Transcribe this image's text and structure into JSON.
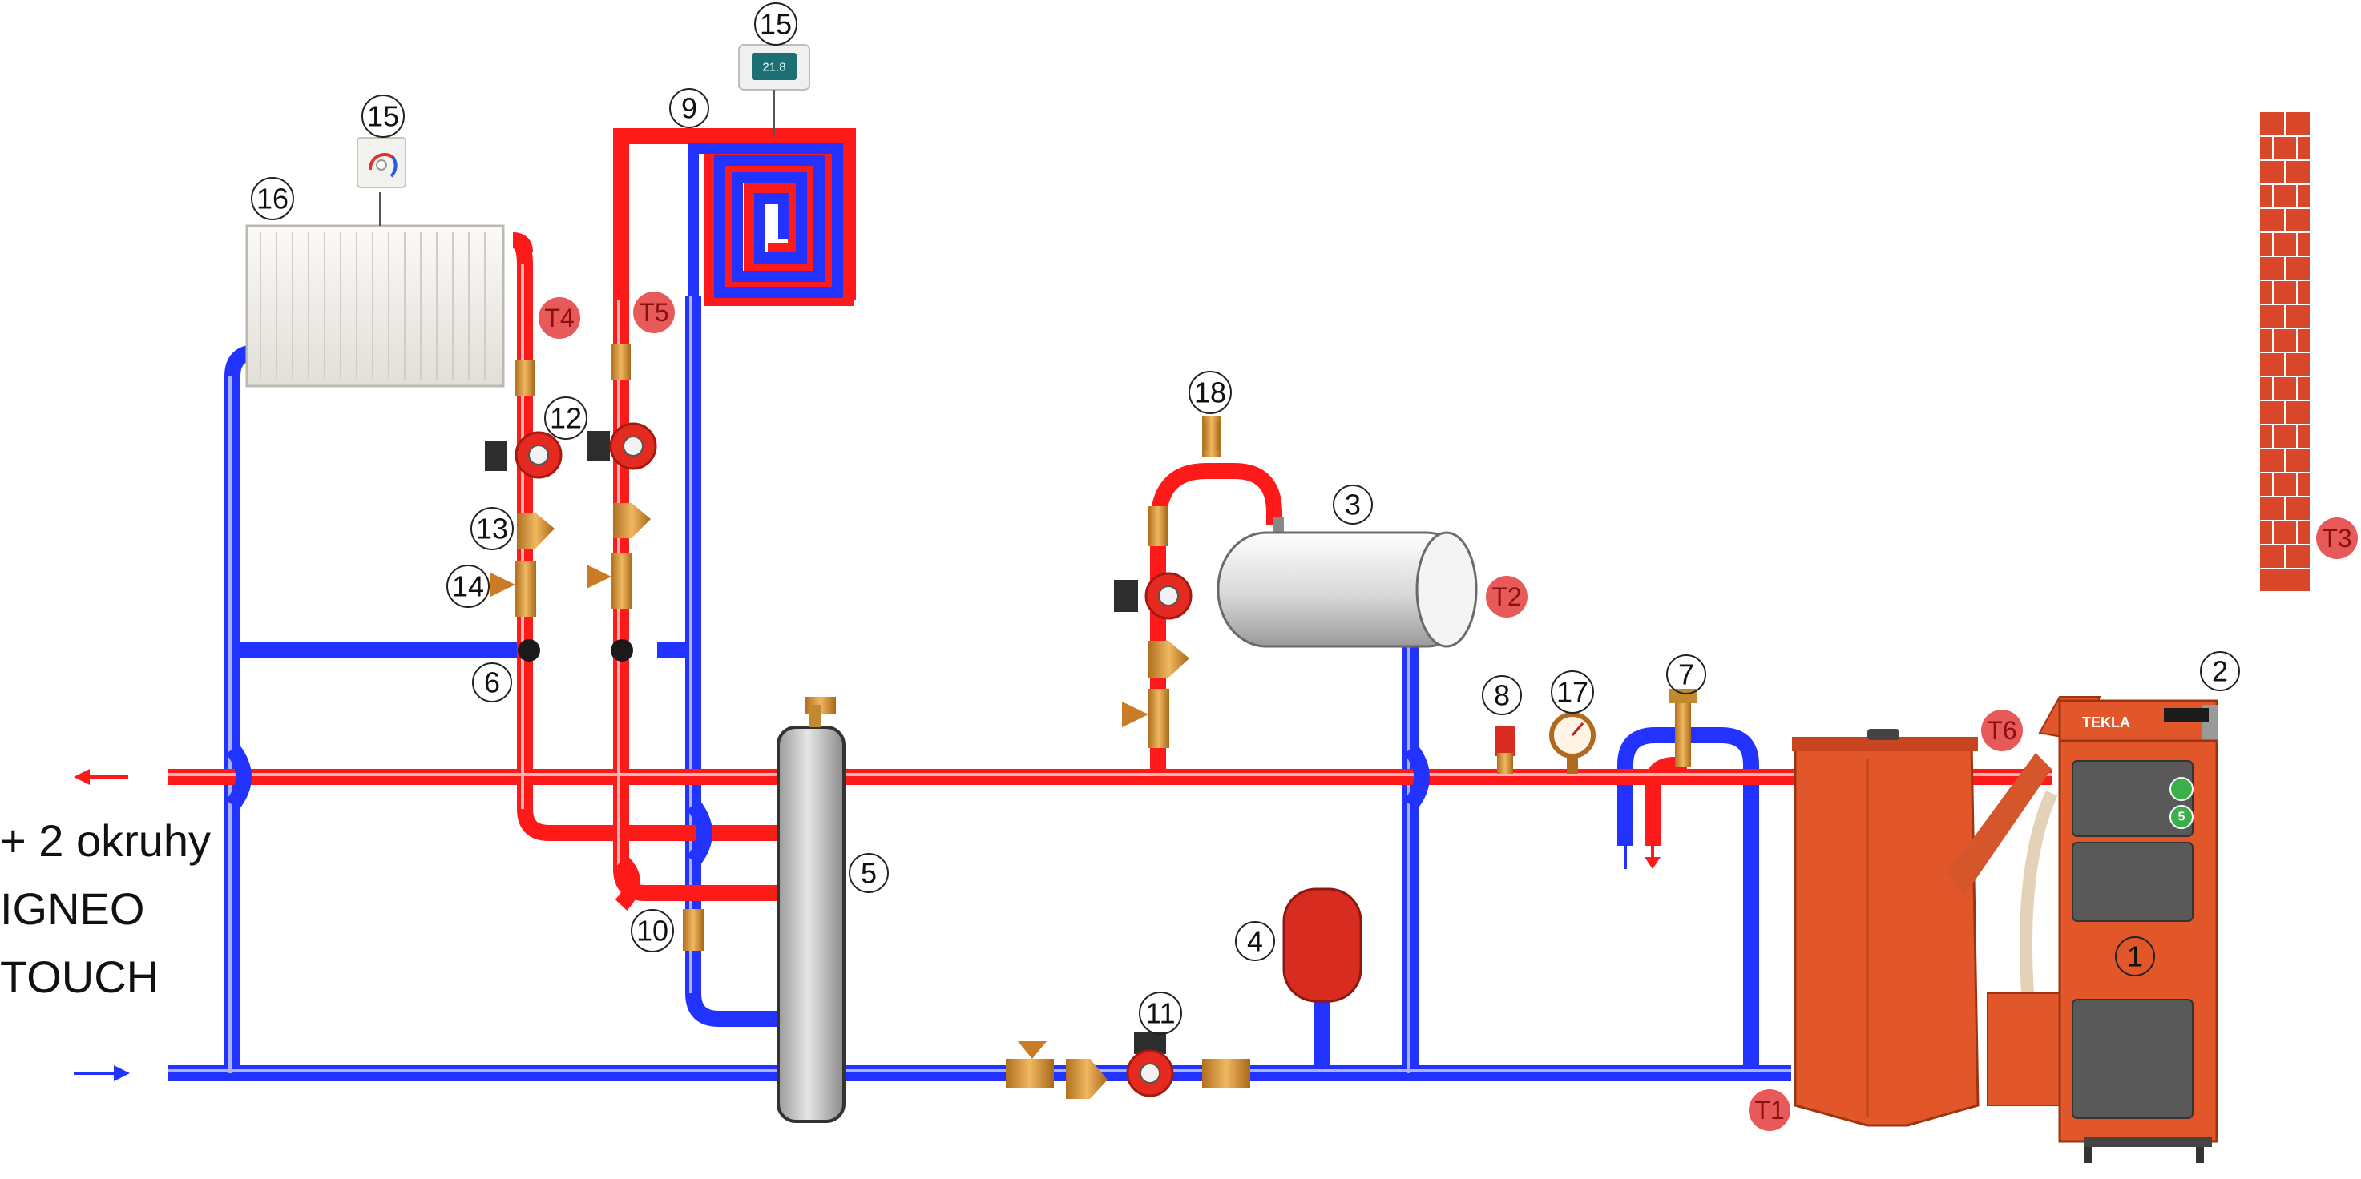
{
  "components": [
    {
      "id": "c1",
      "label": "1"
    },
    {
      "id": "c2",
      "label": "2"
    },
    {
      "id": "c3",
      "label": "3"
    },
    {
      "id": "c4",
      "label": "4"
    },
    {
      "id": "c5",
      "label": "5"
    },
    {
      "id": "c6",
      "label": "6"
    },
    {
      "id": "c7",
      "label": "7"
    },
    {
      "id": "c8",
      "label": "8"
    },
    {
      "id": "c9",
      "label": "9"
    },
    {
      "id": "c10",
      "label": "10"
    },
    {
      "id": "c11",
      "label": "11"
    },
    {
      "id": "c12",
      "label": "12"
    },
    {
      "id": "c13",
      "label": "13"
    },
    {
      "id": "c14",
      "label": "14"
    },
    {
      "id": "c15a",
      "label": "15"
    },
    {
      "id": "c15b",
      "label": "15"
    },
    {
      "id": "c16",
      "label": "16"
    },
    {
      "id": "c17",
      "label": "17"
    },
    {
      "id": "c18",
      "label": "18"
    }
  ],
  "sensors": [
    {
      "id": "t1",
      "label": "T1"
    },
    {
      "id": "t2",
      "label": "T2"
    },
    {
      "id": "t3",
      "label": "T3"
    },
    {
      "id": "t4",
      "label": "T4"
    },
    {
      "id": "t5",
      "label": "T5"
    },
    {
      "id": "t6",
      "label": "T6"
    }
  ],
  "side_text": {
    "line1": "+ 2 okruhy",
    "line2": "IGNEO",
    "line3": "TOUCH"
  },
  "thermostat_display": "21.8",
  "boiler_brand": "TEKLA",
  "boiler_badge": "5",
  "colors": {
    "supply": "#ff1a1a",
    "return": "#2233ff",
    "sensor": "#e85a5a",
    "boiler": "#e2572a",
    "brick": "#d9472b"
  }
}
